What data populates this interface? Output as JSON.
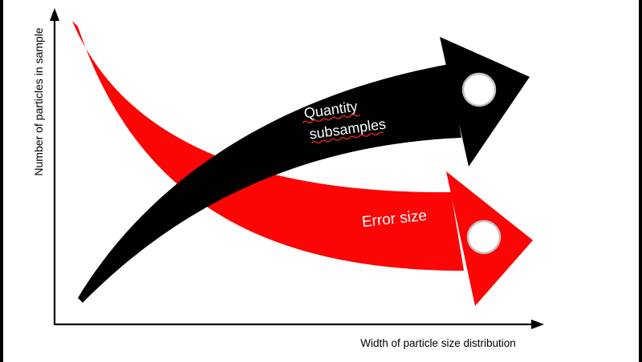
{
  "diagram": {
    "axes": {
      "y_label": "Number of particles in sample",
      "x_label": "Width of particle size distribution"
    },
    "quantity_arrow": {
      "label_line1": "Quantity",
      "label_line2": "subsamples"
    },
    "error_arrow": {
      "label": "Error size"
    },
    "colors": {
      "background": "#ffffff",
      "edge_bar": "#000000",
      "axis": "#000000",
      "black_arrow": "#010101",
      "red_arrow": "#fb0505",
      "arrow_text": "#ffffff",
      "marker_fill": "#ffffff",
      "marker_ring": "#c0c0c0",
      "spellcheck": "#ff2a1a"
    }
  }
}
